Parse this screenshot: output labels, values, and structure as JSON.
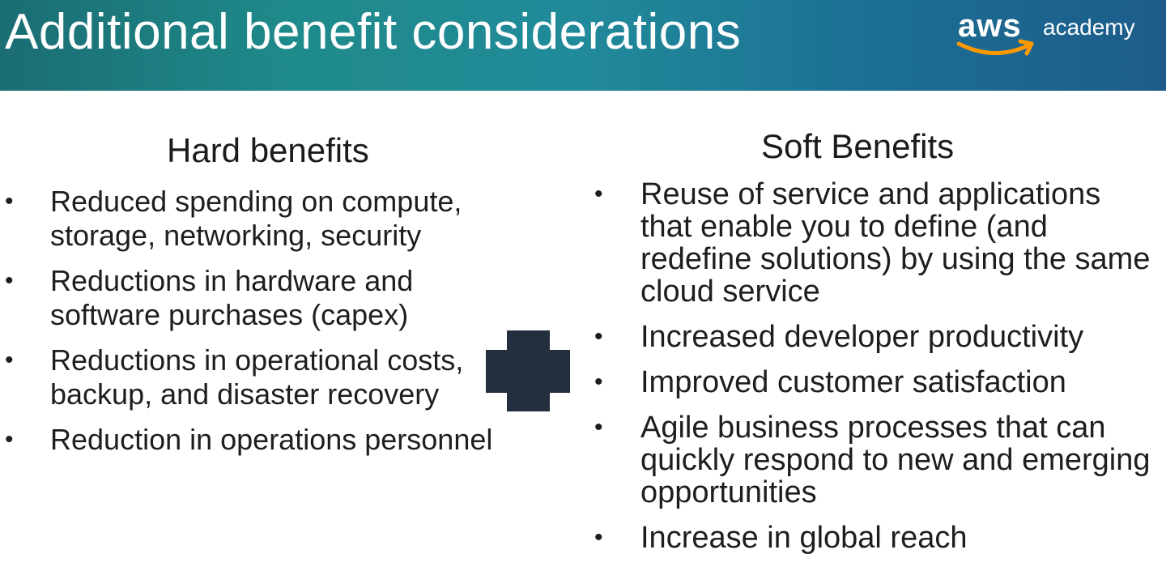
{
  "slide": {
    "title": "Additional benefit considerations",
    "logo": {
      "brand": "aws",
      "product": "academy"
    }
  },
  "hard": {
    "heading": "Hard benefits",
    "items": [
      {
        "label": "Reduced spending on compute, storage, networking, security"
      },
      {
        "label": "Reductions in hardware and software purchases (capex)"
      },
      {
        "label": "Reductions in operational costs, backup, and disaster recovery"
      },
      {
        "label": "Reduction in operations personnel"
      }
    ]
  },
  "soft": {
    "heading": "Soft Benefits",
    "items": [
      {
        "label": "Reuse of service and applications that enable you to define (and redefine solutions) by using the same cloud service"
      },
      {
        "label": "Increased developer productivity"
      },
      {
        "label": "Improved customer satisfaction"
      },
      {
        "label": "Agile business processes that can quickly respond to new and emerging opportunities"
      },
      {
        "label": "Increase in global reach"
      }
    ]
  },
  "icons": {
    "plus": "plus-icon",
    "bullet": "•"
  },
  "colors": {
    "header_start": "#1a6d73",
    "header_end": "#1d5c8a",
    "plus": "#232f3e",
    "aws_orange": "#ff9900",
    "text": "#1e1e1e"
  }
}
